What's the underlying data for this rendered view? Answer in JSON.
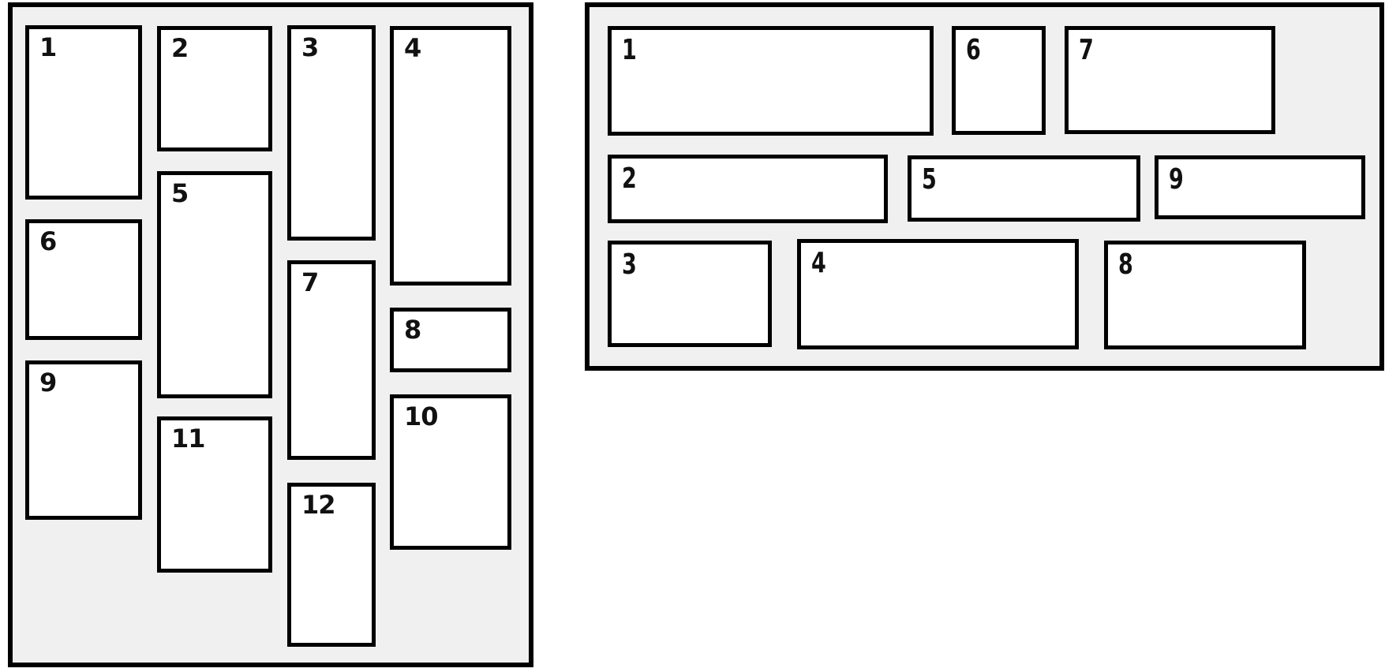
{
  "colors": {
    "page_background": "#ffffff",
    "panel_background": "#f0f0f0",
    "panel_border": "#000000",
    "card_background": "#ffffff",
    "card_border": "#000000",
    "label_color": "#111111"
  },
  "left_panel": {
    "description": "vertical masonry grid of numbered cards",
    "items": [
      {
        "label": "1"
      },
      {
        "label": "2"
      },
      {
        "label": "3"
      },
      {
        "label": "4"
      },
      {
        "label": "5"
      },
      {
        "label": "6"
      },
      {
        "label": "7"
      },
      {
        "label": "8"
      },
      {
        "label": "9"
      },
      {
        "label": "10"
      },
      {
        "label": "11"
      },
      {
        "label": "12"
      }
    ]
  },
  "right_panel": {
    "description": "horizontal masonry grid of numbered cards",
    "items": [
      {
        "label": "1"
      },
      {
        "label": "6"
      },
      {
        "label": "7"
      },
      {
        "label": "2"
      },
      {
        "label": "5"
      },
      {
        "label": "9"
      },
      {
        "label": "3"
      },
      {
        "label": "4"
      },
      {
        "label": "8"
      }
    ]
  }
}
